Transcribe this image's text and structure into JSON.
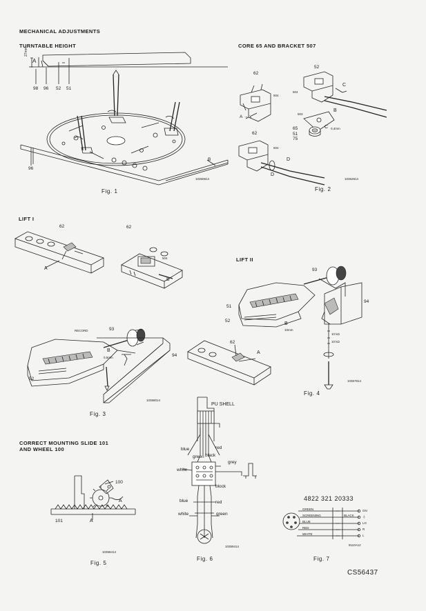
{
  "headings": {
    "mechanical": "MECHANICAL ADJUSTMENTS",
    "turntable_height": "TURNTABLE HEIGHT",
    "core": "CORE 65 AND BRACKET 507",
    "lift1": "LIFT I",
    "lift2": "LIFT II",
    "slide_line1": "CORRECT MOUNTING SLIDE 101",
    "slide_line2": "AND WHEEL 100"
  },
  "captions": {
    "fig1": "Fig. 1",
    "fig2": "Fig. 2",
    "fig3": "Fig. 3",
    "fig4": "Fig. 4",
    "fig5": "Fig. 5",
    "fig6": "Fig. 6",
    "fig7": "Fig. 7"
  },
  "codes": {
    "fig1": "10360814",
    "fig2": "10362814",
    "fig3": "10358014",
    "fig4": "10357814",
    "fig5": "10358414",
    "fig6": "10359414",
    "fig7": "8110A12"
  },
  "fig1": {
    "dim": "27mm",
    "a": "A",
    "n98": "98",
    "n96": "96",
    "n52": "52",
    "n51": "51",
    "n96b": "96",
    "b": "B"
  },
  "fig2": {
    "n62a": "62",
    "n504a": "504",
    "ax": "A → x",
    "n52": "52",
    "n504b": "504",
    "c": "C",
    "b": "B",
    "n503": "503",
    "n65": "65",
    "n51": "51",
    "n75": "75",
    "c2": "C",
    "gap": "0,4mm",
    "n62b": "62",
    "n504c": "504",
    "d1": "D",
    "d2": "D"
  },
  "lift1": {
    "n62a": "62",
    "a": "A",
    "n62b": "62",
    "n504": "504",
    "b": "B"
  },
  "fig3": {
    "record": "RECORD",
    "n93": "93",
    "b": "B",
    "gap": "0,5mm",
    "n94": "94",
    "n52": "52"
  },
  "fig4": {
    "n93": "93",
    "n94": "94",
    "n51": "51",
    "n52": "52",
    "b": "B",
    "gap": "10mm",
    "r1": "10 kΩ",
    "r2": "10 kΩ",
    "n62": "62",
    "a": "A"
  },
  "fig5": {
    "n100": "100",
    "a1": "A",
    "n101": "101",
    "a2": "A"
  },
  "fig6": {
    "shell": "PU SHELL",
    "blue": "blue",
    "red": "red",
    "green": "green",
    "black": "black",
    "white": "white",
    "grey": "grey",
    "block": "block",
    "blue2": "blue",
    "red2": "red",
    "white2": "white",
    "green2": "green"
  },
  "fig7": {
    "part": "4822 321 20333",
    "green": "GREEN",
    "screening": "SCREENING",
    "blue": "BLUE",
    "red": "RED",
    "white": "WHITE",
    "black": "BLACK",
    "gn": "GN",
    "gnd": "⏚",
    "lg": "LG",
    "r": "R",
    "l": "L"
  },
  "doc_code": "CS56437"
}
